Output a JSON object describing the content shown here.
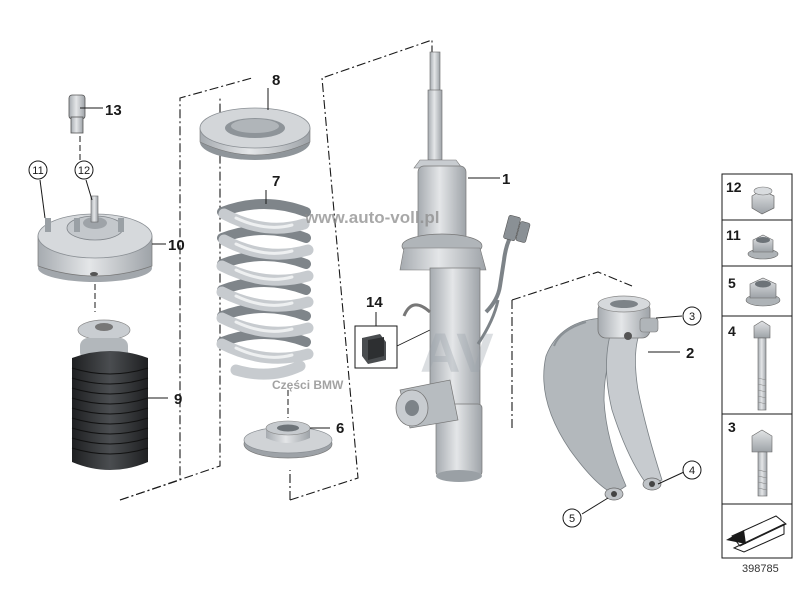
{
  "watermark": {
    "url": "www.auto-voll.pl",
    "caption": "Części BMW",
    "logo": "AV"
  },
  "callouts": {
    "c1": "1",
    "c2": "2",
    "c3": "3",
    "c4": "4",
    "c5": "5",
    "c6": "6",
    "c7": "7",
    "c8": "8",
    "c9": "9",
    "c10": "10",
    "c11": "11",
    "c12": "12",
    "c13": "13",
    "c14": "14"
  },
  "sidebar": {
    "items": [
      {
        "number": "12",
        "icon": "hex-cap-nut-icon"
      },
      {
        "number": "11",
        "icon": "flange-nut-icon"
      },
      {
        "number": "5",
        "icon": "hex-flange-nut-icon"
      },
      {
        "number": "4",
        "icon": "long-hex-bolt-icon"
      },
      {
        "number": "3",
        "icon": "short-hex-bolt-icon"
      }
    ],
    "direction_icon": "direction-arrow-icon"
  },
  "document_number": "398785",
  "colors": {
    "part_light": "#d9dcdf",
    "part_mid": "#b5babe",
    "part_dark": "#7d8388",
    "boot_dark": "#2d2f31",
    "line": "#1a1a1a"
  }
}
